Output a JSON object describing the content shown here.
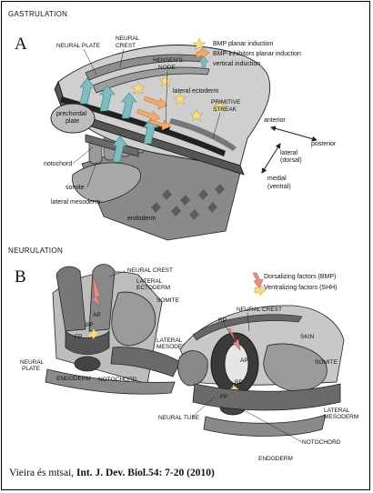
{
  "gastrulation": {
    "section_title": "GASTRULATION",
    "panel_letter": "A",
    "labels": {
      "neural_plate": "NEURAL PLATE",
      "neural_crest_1": "NEURAL",
      "neural_crest_2": "CREST",
      "hensens_1": "HENSEN'S",
      "hensens_2": "NODE",
      "lateral_ectoderm": "lateral ectoderm",
      "primitive_1": "PRIMITIVE",
      "primitive_2": "STREAK",
      "prechordal_1": "prechordal",
      "prechordal_2": "plate",
      "notochord": "notochord",
      "somite": "somite",
      "lateral_mesoderm": "lateral mesoderm",
      "endoderm": "endoderm"
    },
    "legend": {
      "bmp_planar": "BMP planar induction",
      "bmp_inhibitors": "BMP-inhibitors planar induction",
      "vertical": "vertical induction"
    },
    "axes": {
      "anterior": "anterior",
      "posterior": "posterior",
      "lateral_1": "lateral",
      "lateral_2": "(dorsal)",
      "medial_1": "medial",
      "medial_2": "(ventral)"
    },
    "colors": {
      "bmp_star": "#f3df8a",
      "inhibitor_star": "#f2a96b",
      "vertical_arrow": "#7fbcc1"
    }
  },
  "neurulation": {
    "section_title": "NEURULATION",
    "panel_letter": "B",
    "legend": {
      "dorsalizing": "Dorsalizing factors (BMP)",
      "ventralizing": "Ventralizing factors (SHH)"
    },
    "left_labels": {
      "neural_crest": "NEURAL CREST",
      "lateral_ectoderm_1": "LATERAL",
      "lateral_ectoderm_2": "ECTODERM",
      "somite": "SOMITE",
      "lateral_mesoderm_1": "LATERAL",
      "lateral_mesoderm_2": "MESODERM",
      "neural_plate_1": "NEURAL",
      "neural_plate_2": "PLATE",
      "endoderm": "ENDODERM",
      "notochord": "NOTOCHORD",
      "ap": "AP",
      "bp": "BP",
      "fp": "FP"
    },
    "right_labels": {
      "neural_crest": "NEURAL CREST",
      "rp": "RP",
      "skin": "SKIN",
      "somite": "SOMITE",
      "ap": "AP",
      "bp": "BP",
      "fp": "FP",
      "neural_tube": "NEURAL TUBE",
      "lateral_mesoderm_1": "LATERAL",
      "lateral_mesoderm_2": "MESODERM",
      "notochord": "NOTOCHORD",
      "endoderm": "ENDODERM"
    },
    "colors": {
      "dorsalizing_arrow": "#e58f84",
      "ventralizing_arrow": "#f3d98a"
    }
  },
  "caption": {
    "authors": "Vieira és mtsai, ",
    "journal": "Int. J. Dev. Biol.54: 7-20 (2010)"
  }
}
